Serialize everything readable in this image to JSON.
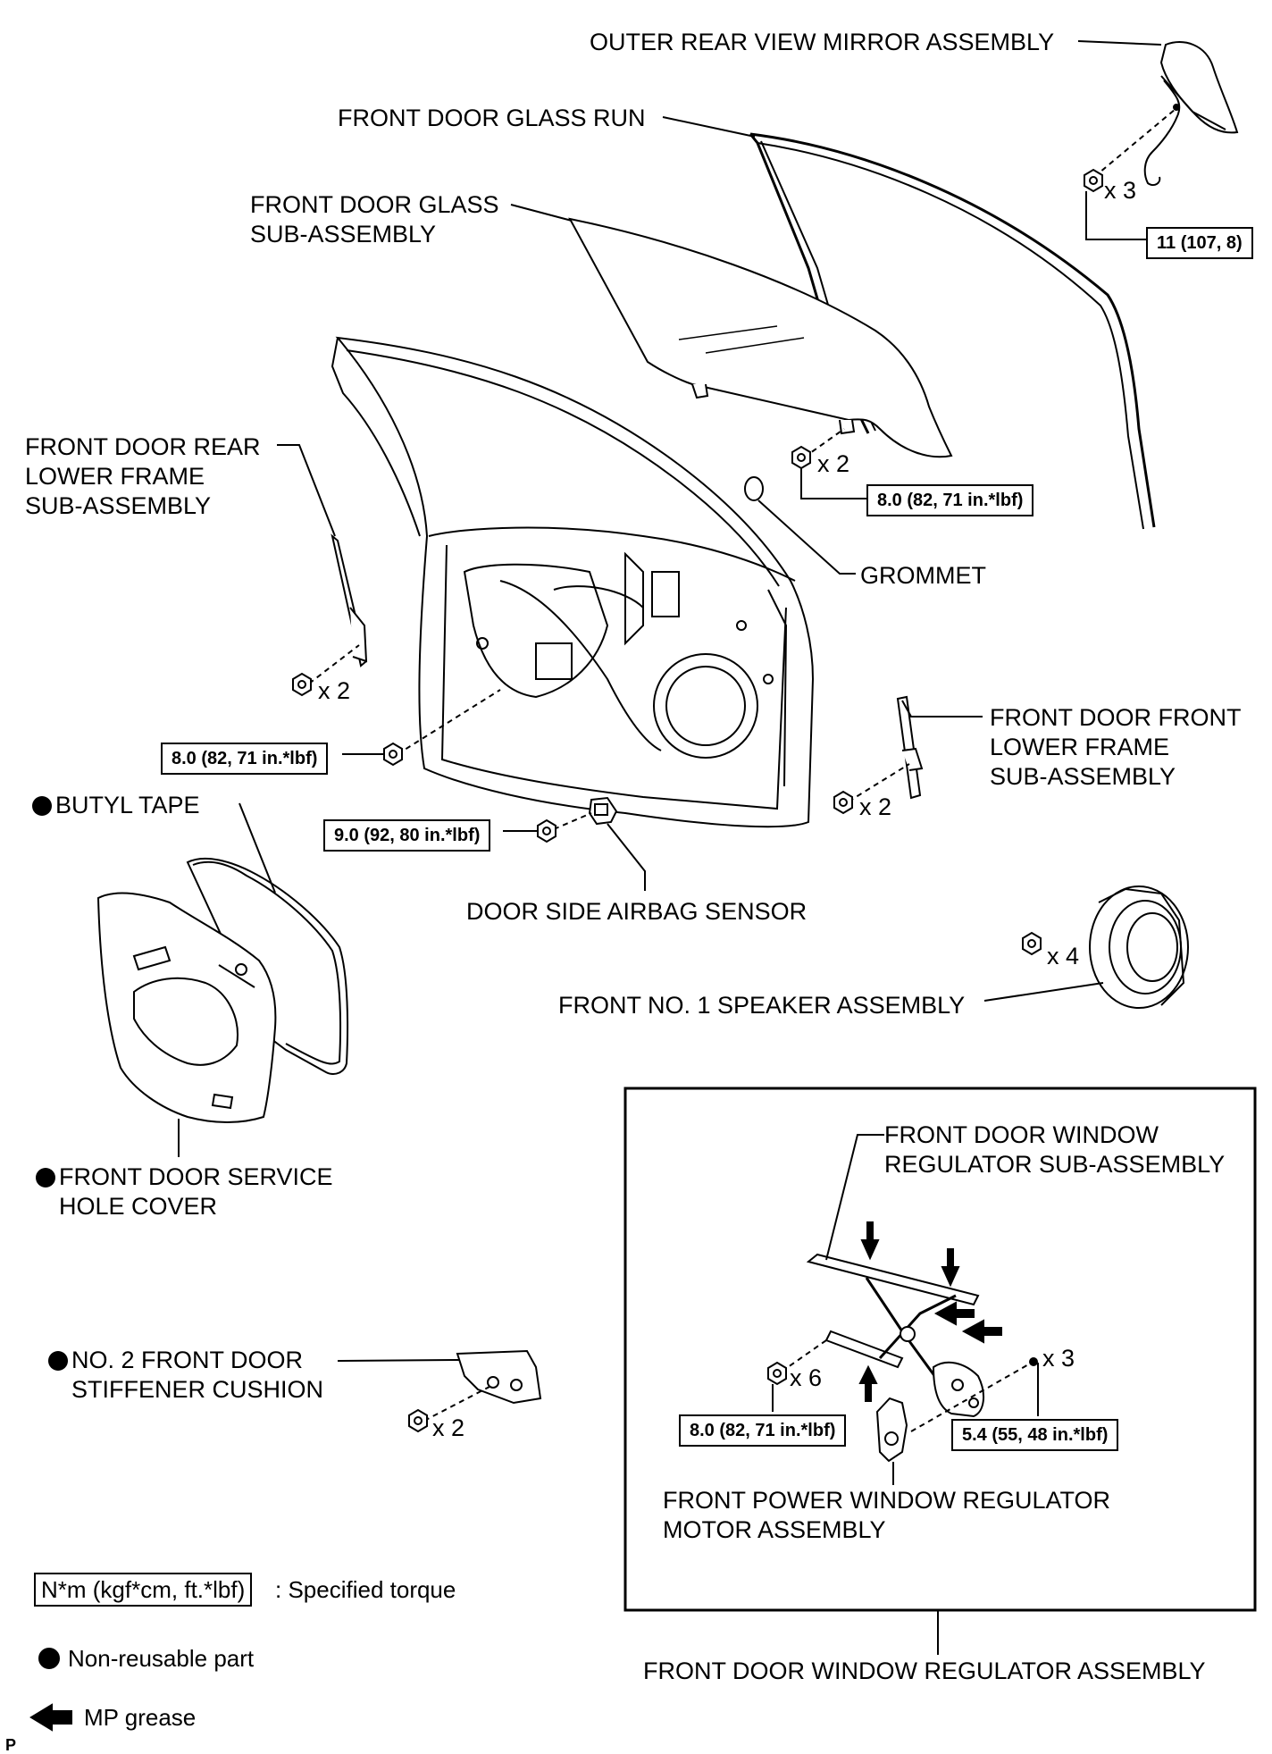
{
  "labels": {
    "mirror": "OUTER REAR VIEW MIRROR ASSEMBLY",
    "glass_run": "FRONT DOOR GLASS RUN",
    "glass_l1": "FRONT DOOR GLASS",
    "glass_l2": "SUB-ASSEMBLY",
    "rear_frame_l1": "FRONT DOOR REAR",
    "rear_frame_l2": "LOWER FRAME",
    "rear_frame_l3": "SUB-ASSEMBLY",
    "grommet": "GROMMET",
    "front_frame_l1": "FRONT DOOR FRONT",
    "front_frame_l2": "LOWER FRAME",
    "front_frame_l3": "SUB-ASSEMBLY",
    "butyl": "BUTYL TAPE",
    "airbag": "DOOR SIDE AIRBAG SENSOR",
    "speaker": "FRONT NO. 1 SPEAKER ASSEMBLY",
    "hole_cover_l1": "FRONT DOOR SERVICE",
    "hole_cover_l2": "HOLE COVER",
    "cushion_l1": "NO. 2 FRONT DOOR",
    "cushion_l2": "STIFFENER CUSHION",
    "regulator_sub_l1": "FRONT DOOR WINDOW",
    "regulator_sub_l2": "REGULATOR SUB-ASSEMBLY",
    "motor_l1": "FRONT POWER WINDOW REGULATOR",
    "motor_l2": "MOTOR ASSEMBLY",
    "regulator_assy": "FRONT DOOR WINDOW REGULATOR ASSEMBLY",
    "corner_mark": "P"
  },
  "torques": {
    "mirror": "11 (107, 8)",
    "glass": "8.0 (82, 71 in.*lbf)",
    "door_bolt": "8.0 (82, 71 in.*lbf)",
    "airbag": "9.0 (92, 80 in.*lbf)",
    "regulator_bolt": "8.0 (82, 71 in.*lbf)",
    "motor": "5.4 (55, 48 in.*lbf)"
  },
  "quantities": {
    "mirror": "x 3",
    "glass": "x 2",
    "rear_frame": "x 2",
    "front_frame": "x 2",
    "speaker": "x 4",
    "cushion": "x 2",
    "regulator_bolt": "x 6",
    "motor": "x 3"
  },
  "legend": {
    "torque_box": "N*m (kgf*cm, ft.*lbf)",
    "torque_desc": ": Specified torque",
    "non_reusable": "Non-reusable part",
    "grease": "MP grease"
  },
  "colors": {
    "ink": "#000000",
    "paper": "#ffffff"
  }
}
